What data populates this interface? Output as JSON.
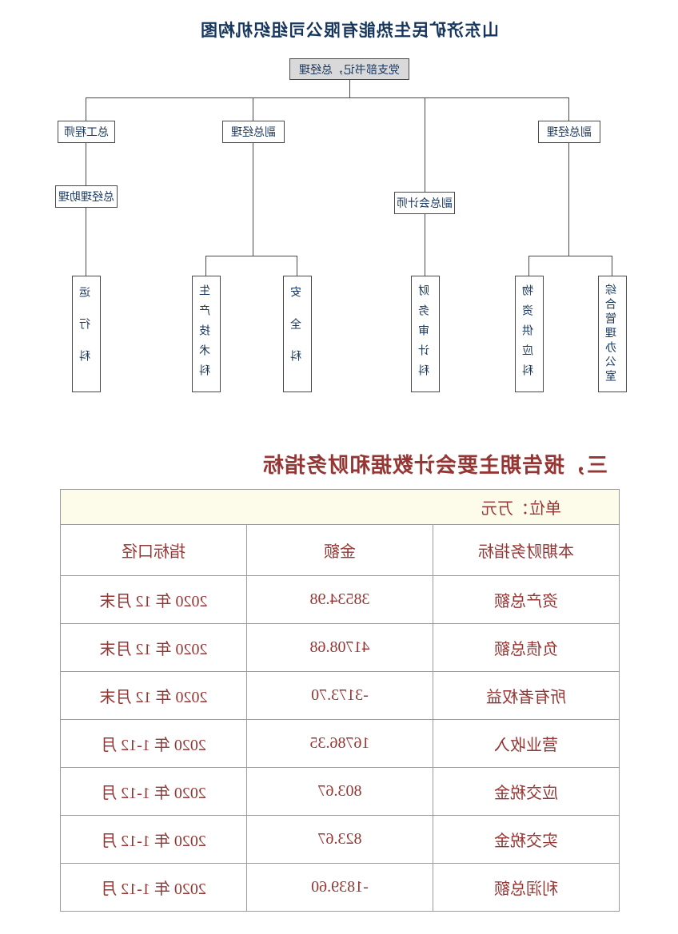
{
  "org_chart": {
    "title": "山东济矿民生热能有限公司组织机构图",
    "nodes": {
      "top": "党支部书记，总经理",
      "deputy_gm_1": "副总经理",
      "deputy_chief_accountant": "副总会计师",
      "deputy_gm_2": "副总经理",
      "chief_engineer": "总工程师",
      "gm_assistant": "总经理助理",
      "general_office": "综合管理办公室",
      "material_supply": "物资供应科",
      "finance_audit": "财务审计科",
      "safety": "安全科",
      "production_tech": "生产技术科",
      "operation": "运行科"
    }
  },
  "section": {
    "heading": "三，报告期主要会计数据和财务指标"
  },
  "table": {
    "unit_note": "单位：万元",
    "headers": [
      "本期财务指标",
      "金额",
      "指标口径"
    ],
    "rows": [
      {
        "indicator": "资产总额",
        "amount": "38534.98",
        "period": "2020 年 12 月末"
      },
      {
        "indicator": "负债总额",
        "amount": "41708.68",
        "period": "2020 年 12 月末"
      },
      {
        "indicator": "所有者权益",
        "amount": "-3173.70",
        "period": "2020 年 12 月末"
      },
      {
        "indicator": "营业收入",
        "amount": "16786.35",
        "period": "2020 年 1-12 月"
      },
      {
        "indicator": "应交税金",
        "amount": "803.67",
        "period": "2020 年 1-12 月"
      },
      {
        "indicator": "实交税金",
        "amount": "823.67",
        "period": "2020 年 1-12 月"
      },
      {
        "indicator": "利润总额",
        "amount": "-1839.60",
        "period": "2020 年 1-12 月"
      }
    ]
  },
  "colors": {
    "org_chart_text": "#17365D",
    "table_text": "#943634",
    "top_box_fill": "#D9D9D9",
    "unit_row_bg": "#FDFBEA",
    "table_border": "#9B9B9B"
  },
  "note": "page is rendered horizontally mirrored"
}
